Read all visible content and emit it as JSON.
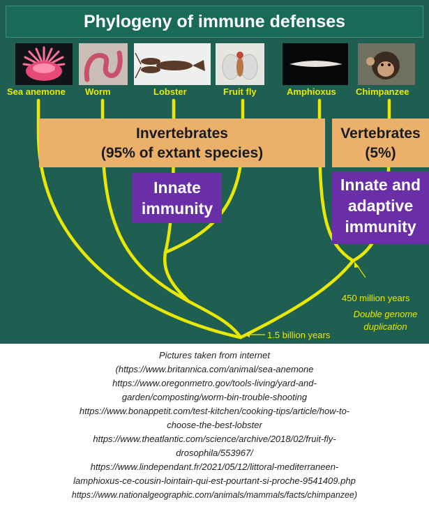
{
  "title": "Phylogeny of immune defenses",
  "organisms": [
    {
      "name": "Sea anemone",
      "icon": "sea-anemone-photo"
    },
    {
      "name": "Worm",
      "icon": "worm-photo"
    },
    {
      "name": "Lobster",
      "icon": "lobster-photo"
    },
    {
      "name": "Fruit fly",
      "icon": "fruit-fly-photo"
    },
    {
      "name": "Amphioxus",
      "icon": "amphioxus-photo"
    },
    {
      "name": "Chimpanzee",
      "icon": "chimpanzee-photo"
    }
  ],
  "groups": {
    "invertebrates": {
      "line1": "Invertebrates",
      "line2": "(95% of extant species)"
    },
    "vertebrates": {
      "line1": "Vertebrates",
      "line2": "(5%)"
    }
  },
  "immunity": {
    "innate": {
      "line1": "Innate",
      "line2": "immunity"
    },
    "adaptive": {
      "line1": "Innate and",
      "line2": "adaptive",
      "line3": "immunity"
    }
  },
  "annotations": {
    "time_450": "450 million years",
    "duplication_line1": "Double genome",
    "duplication_line2": "duplication",
    "time_1_5": "1.5 billion years"
  },
  "colors": {
    "background": "#1f5f52",
    "branch": "#e8e800",
    "orange_box": "#ebb06a",
    "purple_box": "#6a2fa8"
  },
  "credits": [
    "Pictures taken from internet",
    "(https://www.britannica.com/animal/sea-anemone",
    "https://www.oregonmetro.gov/tools-living/yard-and-",
    "garden/composting/worm-bin-trouble-shooting",
    "https://www.bonappetit.com/test-kitchen/cooking-tips/article/how-to-",
    "choose-the-best-lobster",
    "https://www.theatlantic.com/science/archive/2018/02/fruit-fly-",
    "drosophila/553967/",
    "https://www.lindependant.fr/2021/05/12/littoral-mediterraneen-",
    "lamphioxus-ce-cousin-lointain-qui-est-pourtant-si-proche-9541409.php",
    "https://www.nationalgeographic.com/animals/mammals/facts/chimpanzee)"
  ]
}
